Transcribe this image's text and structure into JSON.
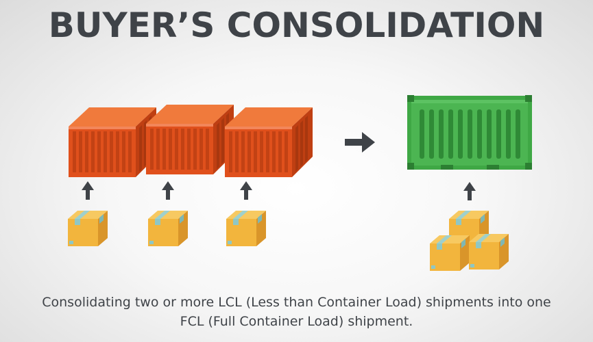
{
  "title": "BUYER’S CONSOLIDATION",
  "caption": {
    "line1": "Consolidating two or more LCL (Less than Container Load) shipments into one",
    "line2": "FCL (Full Container Load) shipment."
  },
  "colors": {
    "lcl_container": "#e0501c",
    "fcl_container": "#3fa845",
    "box": "#f2b53d",
    "box_tape": "#8fc7c4",
    "arrow": "#3f4348",
    "text": "#3f4348"
  },
  "icons": {
    "lcl_container": "orange-shipping-container-icon",
    "fcl_container": "green-shipping-container-icon",
    "box": "cardboard-box-icon",
    "arrow_up": "arrow-up-icon",
    "arrow_right": "arrow-right-icon"
  }
}
